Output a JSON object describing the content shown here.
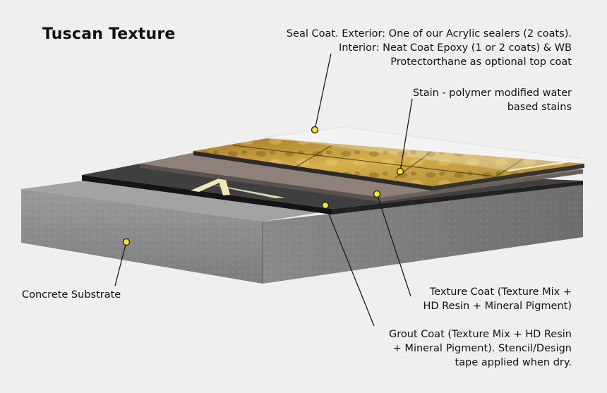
{
  "title": "Tuscan Texture",
  "callouts": {
    "seal": {
      "line1": "Seal Coat.  Exterior: One of our Acrylic sealers (2 coats).",
      "line2": "Interior:  Neat Coat Epoxy (1 or 2 coats) & WB",
      "line3": "Protectorthane as optional top coat"
    },
    "stain": {
      "line1": "Stain - polymer modified water",
      "line2": "based stains"
    },
    "concrete": {
      "line1": "Concrete Substrate"
    },
    "texture": {
      "line1": "Texture Coat (Texture Mix +",
      "line2": "HD Resin + Mineral Pigment)"
    },
    "grout": {
      "line1": "Grout Coat (Texture Mix + HD Resin",
      "line2": "+ Mineral Pigment). Stencil/Design",
      "line3": "tape applied when dry."
    }
  },
  "colors": {
    "background": "#efefef",
    "marker": "#f5e51c",
    "concrete": "#8b8b8b",
    "stain": "#c9a23c"
  }
}
